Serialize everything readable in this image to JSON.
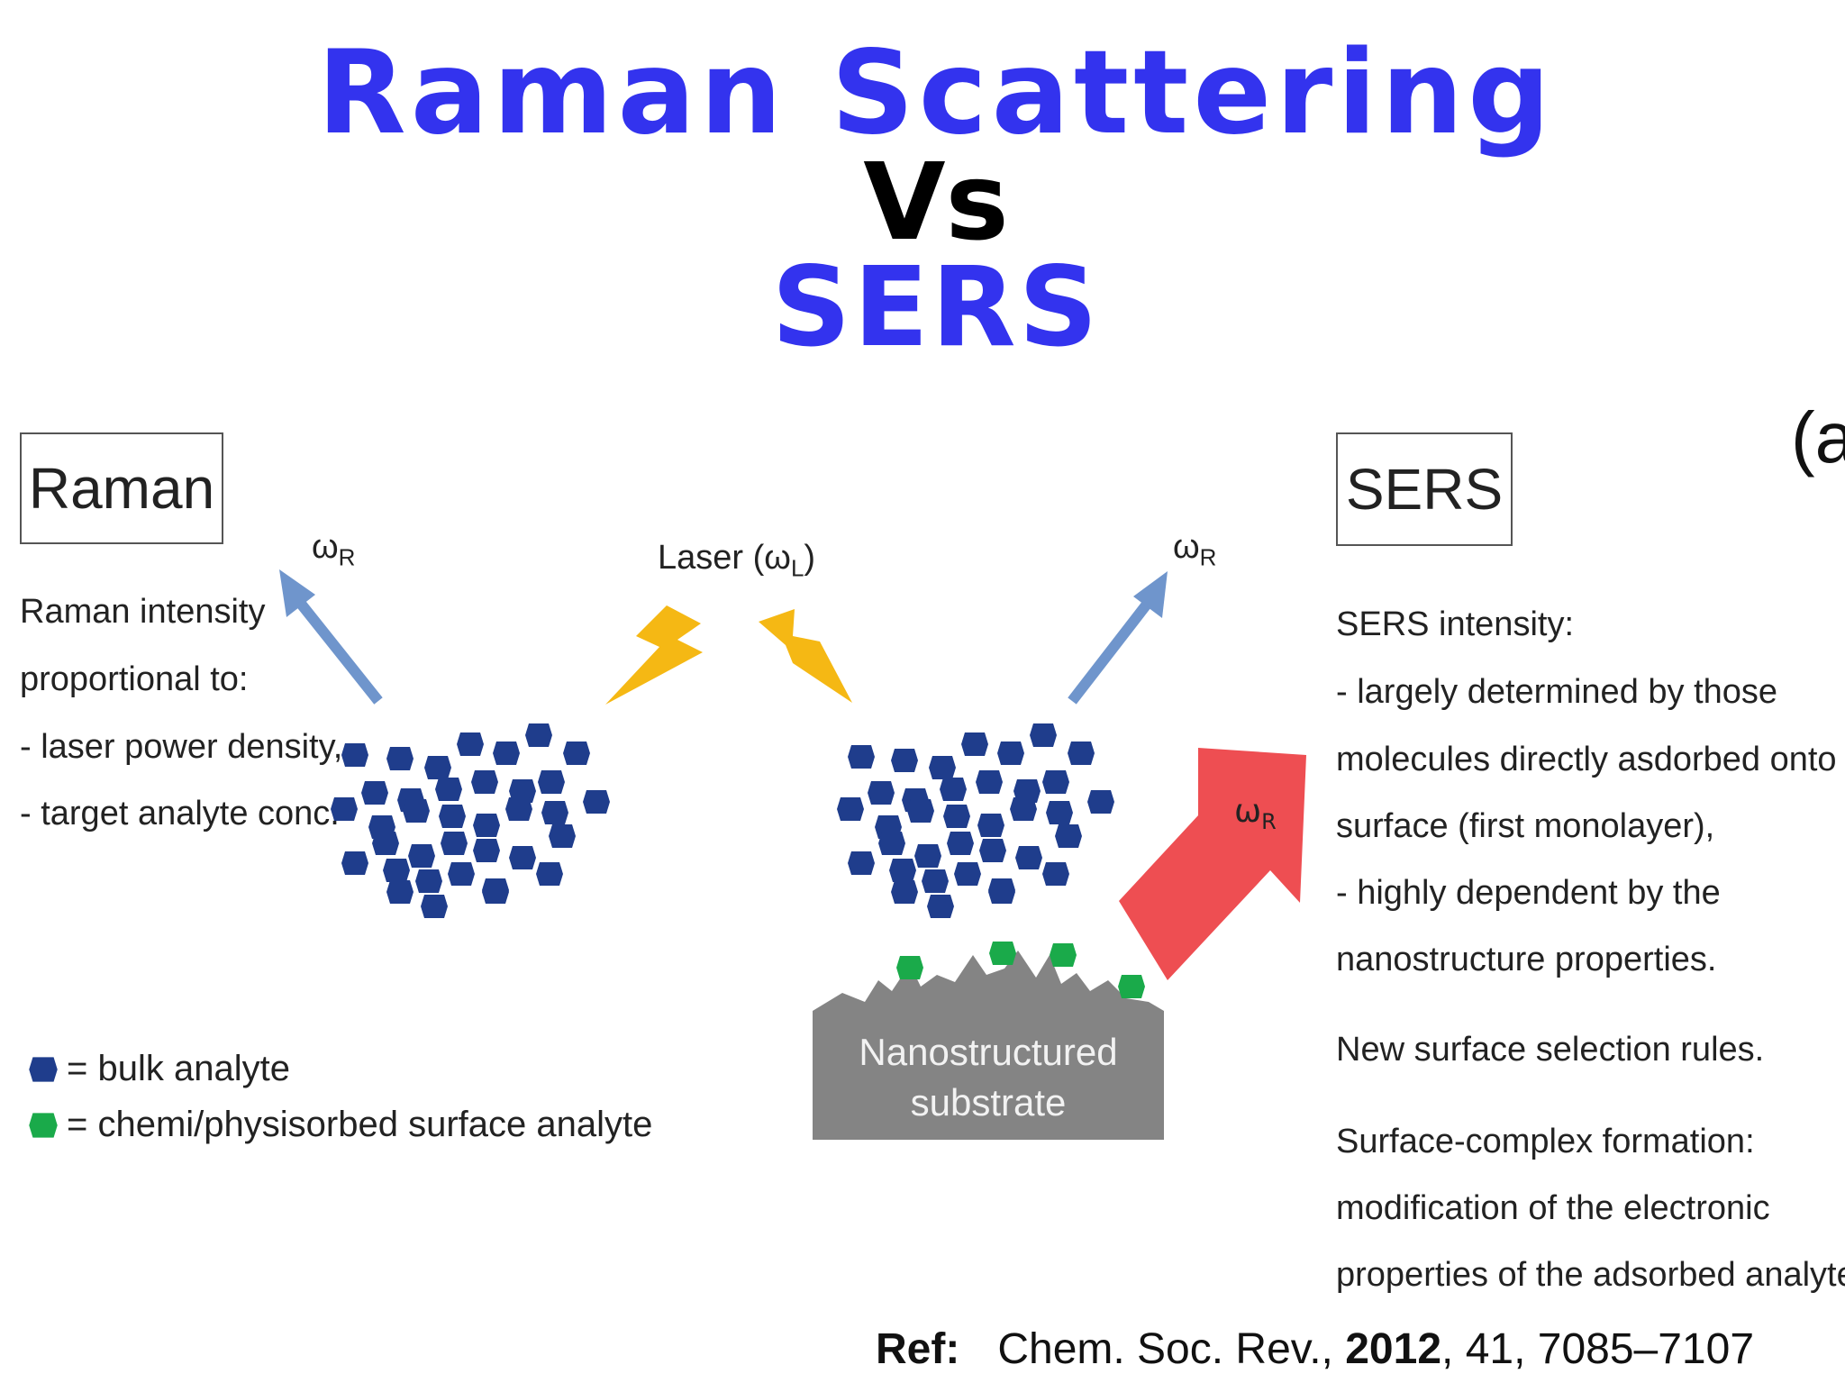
{
  "titles": {
    "line1": "Raman Scattering",
    "line2": "Vs",
    "line3": "SERS",
    "corner_label": "(a"
  },
  "raman": {
    "box_label": "Raman",
    "intensity_lines": [
      "Raman intensity",
      "proportional to:",
      "- laser power  density,",
      "- target analyte conc."
    ],
    "omega_main": "ω",
    "omega_sub": "R"
  },
  "laser": {
    "label_prefix": "Laser (ω",
    "label_sub": "L",
    "label_suffix": ")"
  },
  "sers": {
    "box_label": "SERS",
    "intensity_lines": [
      "SERS intensity:",
      "- largely determined by those",
      "molecules directly asdorbed onto the",
      "surface (first monolayer),",
      "- highly dependent by the",
      "nanostructure properties."
    ],
    "rules_line": "New surface selection rules.",
    "complex_lines": [
      "Surface-complex formation:",
      "modification of the electronic",
      "properties of the adsorbed analyte."
    ],
    "omega_main": "ω",
    "omega_sub": "R",
    "big_omega_main": "ω",
    "big_omega_sub": "R"
  },
  "substrate": {
    "line1": "Nanostructured",
    "line2": "substrate"
  },
  "legend": {
    "bulk": "= bulk analyte",
    "surface": "= chemi/physisorbed surface analyte"
  },
  "reference": {
    "label": "Ref:",
    "journal": "Chem. Soc. Rev., ",
    "year": "2012",
    "rest": ", 41, 7085–7107"
  },
  "colors": {
    "title_blue": "#3333ee",
    "bulk_analyte": "#1f3d8c",
    "surface_analyte": "#1aaa4a",
    "arrow_blue": "#6f95cc",
    "laser_yellow": "#f5b814",
    "sers_arrow_red": "#ee4e52",
    "substrate_gray": "#848484"
  },
  "icons": [
    "bulk-analyte-hexagon-icon",
    "surface-analyte-hexagon-icon",
    "laser-bolt-icon",
    "scatter-arrow-icon"
  ]
}
